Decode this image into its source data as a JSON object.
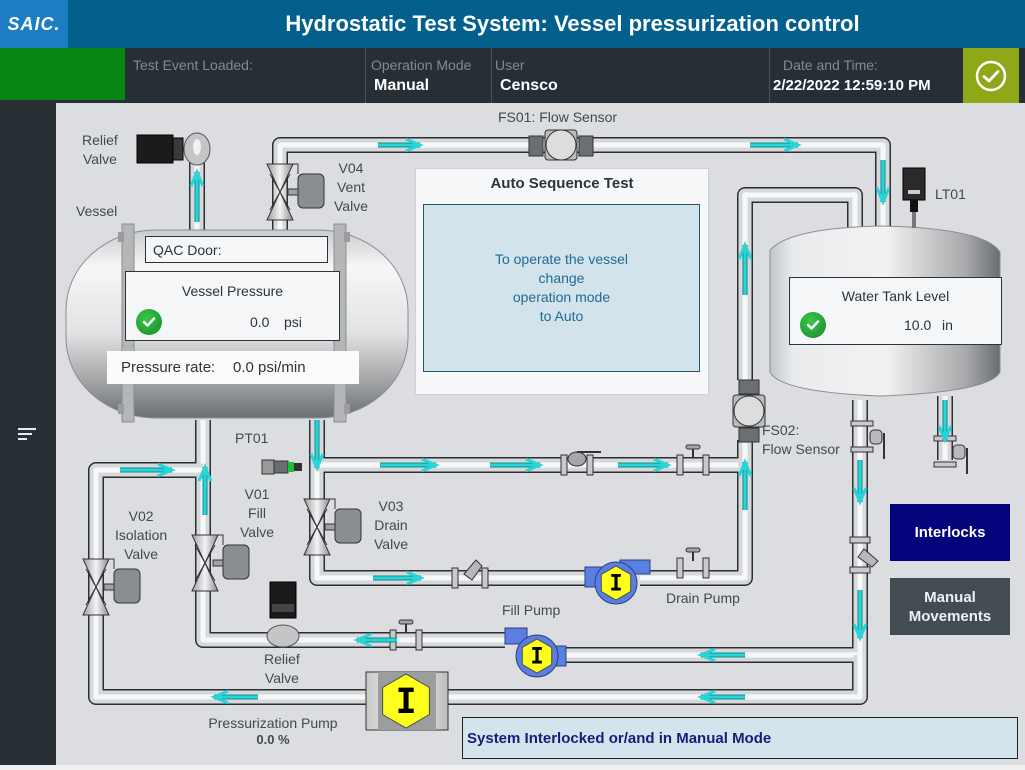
{
  "header": {
    "logo": "SAIC.",
    "title": "Hydrostatic Test System: Vessel pressurization control",
    "test_event_label": "Test Event Loaded:",
    "test_event_value": "",
    "operation_mode_label": "Operation Mode",
    "operation_mode_value": "Manual",
    "user_label": "User",
    "user_value": "Censco",
    "datetime_label": "Date and Time:",
    "datetime_value": "2/22/2022 12:59:10 PM",
    "status_icon": "check-circle-icon",
    "colors": {
      "title_bg": "#035f8c",
      "logo_bg": "#1c7cc4",
      "status_ok": "#088612",
      "check_bg": "#8fa818"
    }
  },
  "sidebar": {
    "menu_icon": "menu-lines-icon"
  },
  "diagram": {
    "labels": {
      "relief_valve_top": [
        "Relief",
        "Valve"
      ],
      "vessel": "Vessel",
      "v04": [
        "V04",
        "Vent",
        "Valve"
      ],
      "fs01": "FS01: Flow Sensor",
      "lt01": "LT01",
      "fs02": [
        "FS02:",
        "Flow Sensor"
      ],
      "pt01": "PT01",
      "v01": [
        "V01",
        "Fill",
        "Valve"
      ],
      "v02": [
        "V02",
        "Isolation",
        "Valve"
      ],
      "v03": [
        "V03",
        "Drain",
        "Valve"
      ],
      "fill_pump": "Fill Pump",
      "drain_pump": "Drain Pump",
      "relief_valve_bottom": [
        "Relief",
        "Valve"
      ],
      "pressurization_pump": "Pressurization Pump"
    },
    "pressurization_pump_value": "0.0 %",
    "pump_symbol": "I",
    "flow_arrow_color": "#28d4d8"
  },
  "vessel": {
    "qac_door_label": "QAC  Door:",
    "qac_door_value": "",
    "pressure_title": "Vessel Pressure",
    "pressure_value": "0.0",
    "pressure_unit": "psi",
    "pressure_status": "ok",
    "pressure_rate_label": "Pressure rate:",
    "pressure_rate_value": "0.0 psi/min"
  },
  "water_tank": {
    "title": "Water Tank Level",
    "value": "10.0",
    "unit": "in",
    "status": "ok"
  },
  "auto_sequence": {
    "title": "Auto Sequence Test",
    "message": [
      "To operate the vessel",
      "change",
      "operation mode",
      "to Auto"
    ]
  },
  "buttons": {
    "interlocks": "Interlocks",
    "manual_movements": [
      "Manual",
      "Movements"
    ]
  },
  "status_message": "System Interlocked or/and in Manual Mode"
}
